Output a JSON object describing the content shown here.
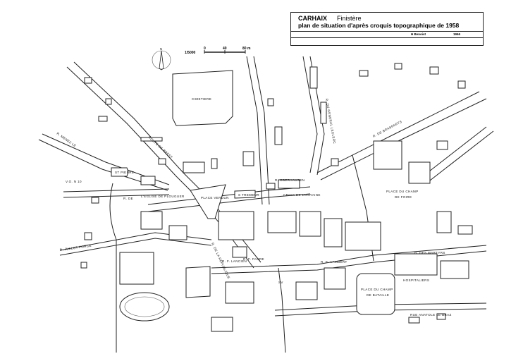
{
  "title_block": {
    "town": "CARHAIX",
    "department": "Finistère",
    "subtitle": "plan de situation d'après croquis topographique de 1958",
    "author": "H Benoist",
    "year": "1966"
  },
  "legend": {
    "north": "N",
    "scale": "1/5000",
    "scale_ticks": [
      "0",
      "40",
      "80 m"
    ]
  },
  "labels": {
    "cemetery": "CIMETIERE",
    "route_brest": "ROUTE DE BREST",
    "rue_menez": "R. MENEZ LE",
    "st_pierre": "ST PIERRE",
    "vo_n10": "V.O. N 10",
    "rue_plouguer_a": "R. DE",
    "rue_plouguer_b": "L'EGLISE DE PLOUGUER",
    "place_verdun": "PLACE VERDUN",
    "st_tremeur": "S TREMEUR",
    "croix_lorraine": "CROIX DE LORRAINE",
    "oberhausen": "R. OBERHAUSEN",
    "rue_republique": "R. DE LA REPUBLIQUE",
    "rue_faure": "R. F. FAURE",
    "rue_lancien": "R. F. LANCIEN",
    "rue_lambert": "R. E. LAMBERT",
    "rue_jullot": "R. JULLOT FORCE",
    "rue_martyrs": "R. DES MARTYRS",
    "hospitaliers": "HOSPITALIERS",
    "champ_bataille_a": "PLACE DU CHAMP",
    "champ_bataille_b": "DE BATAILLE",
    "champ_foire_a": "PLACE DU CHAMP",
    "champ_foire_b": "DE FOIRE",
    "rue_le_braz": "RUE ANATOLE LE BRAZ",
    "rue_north": "R. DU GENERAL LECLERC",
    "rue_ne": "R. DE BRASPARTS",
    "sv": "SV"
  }
}
